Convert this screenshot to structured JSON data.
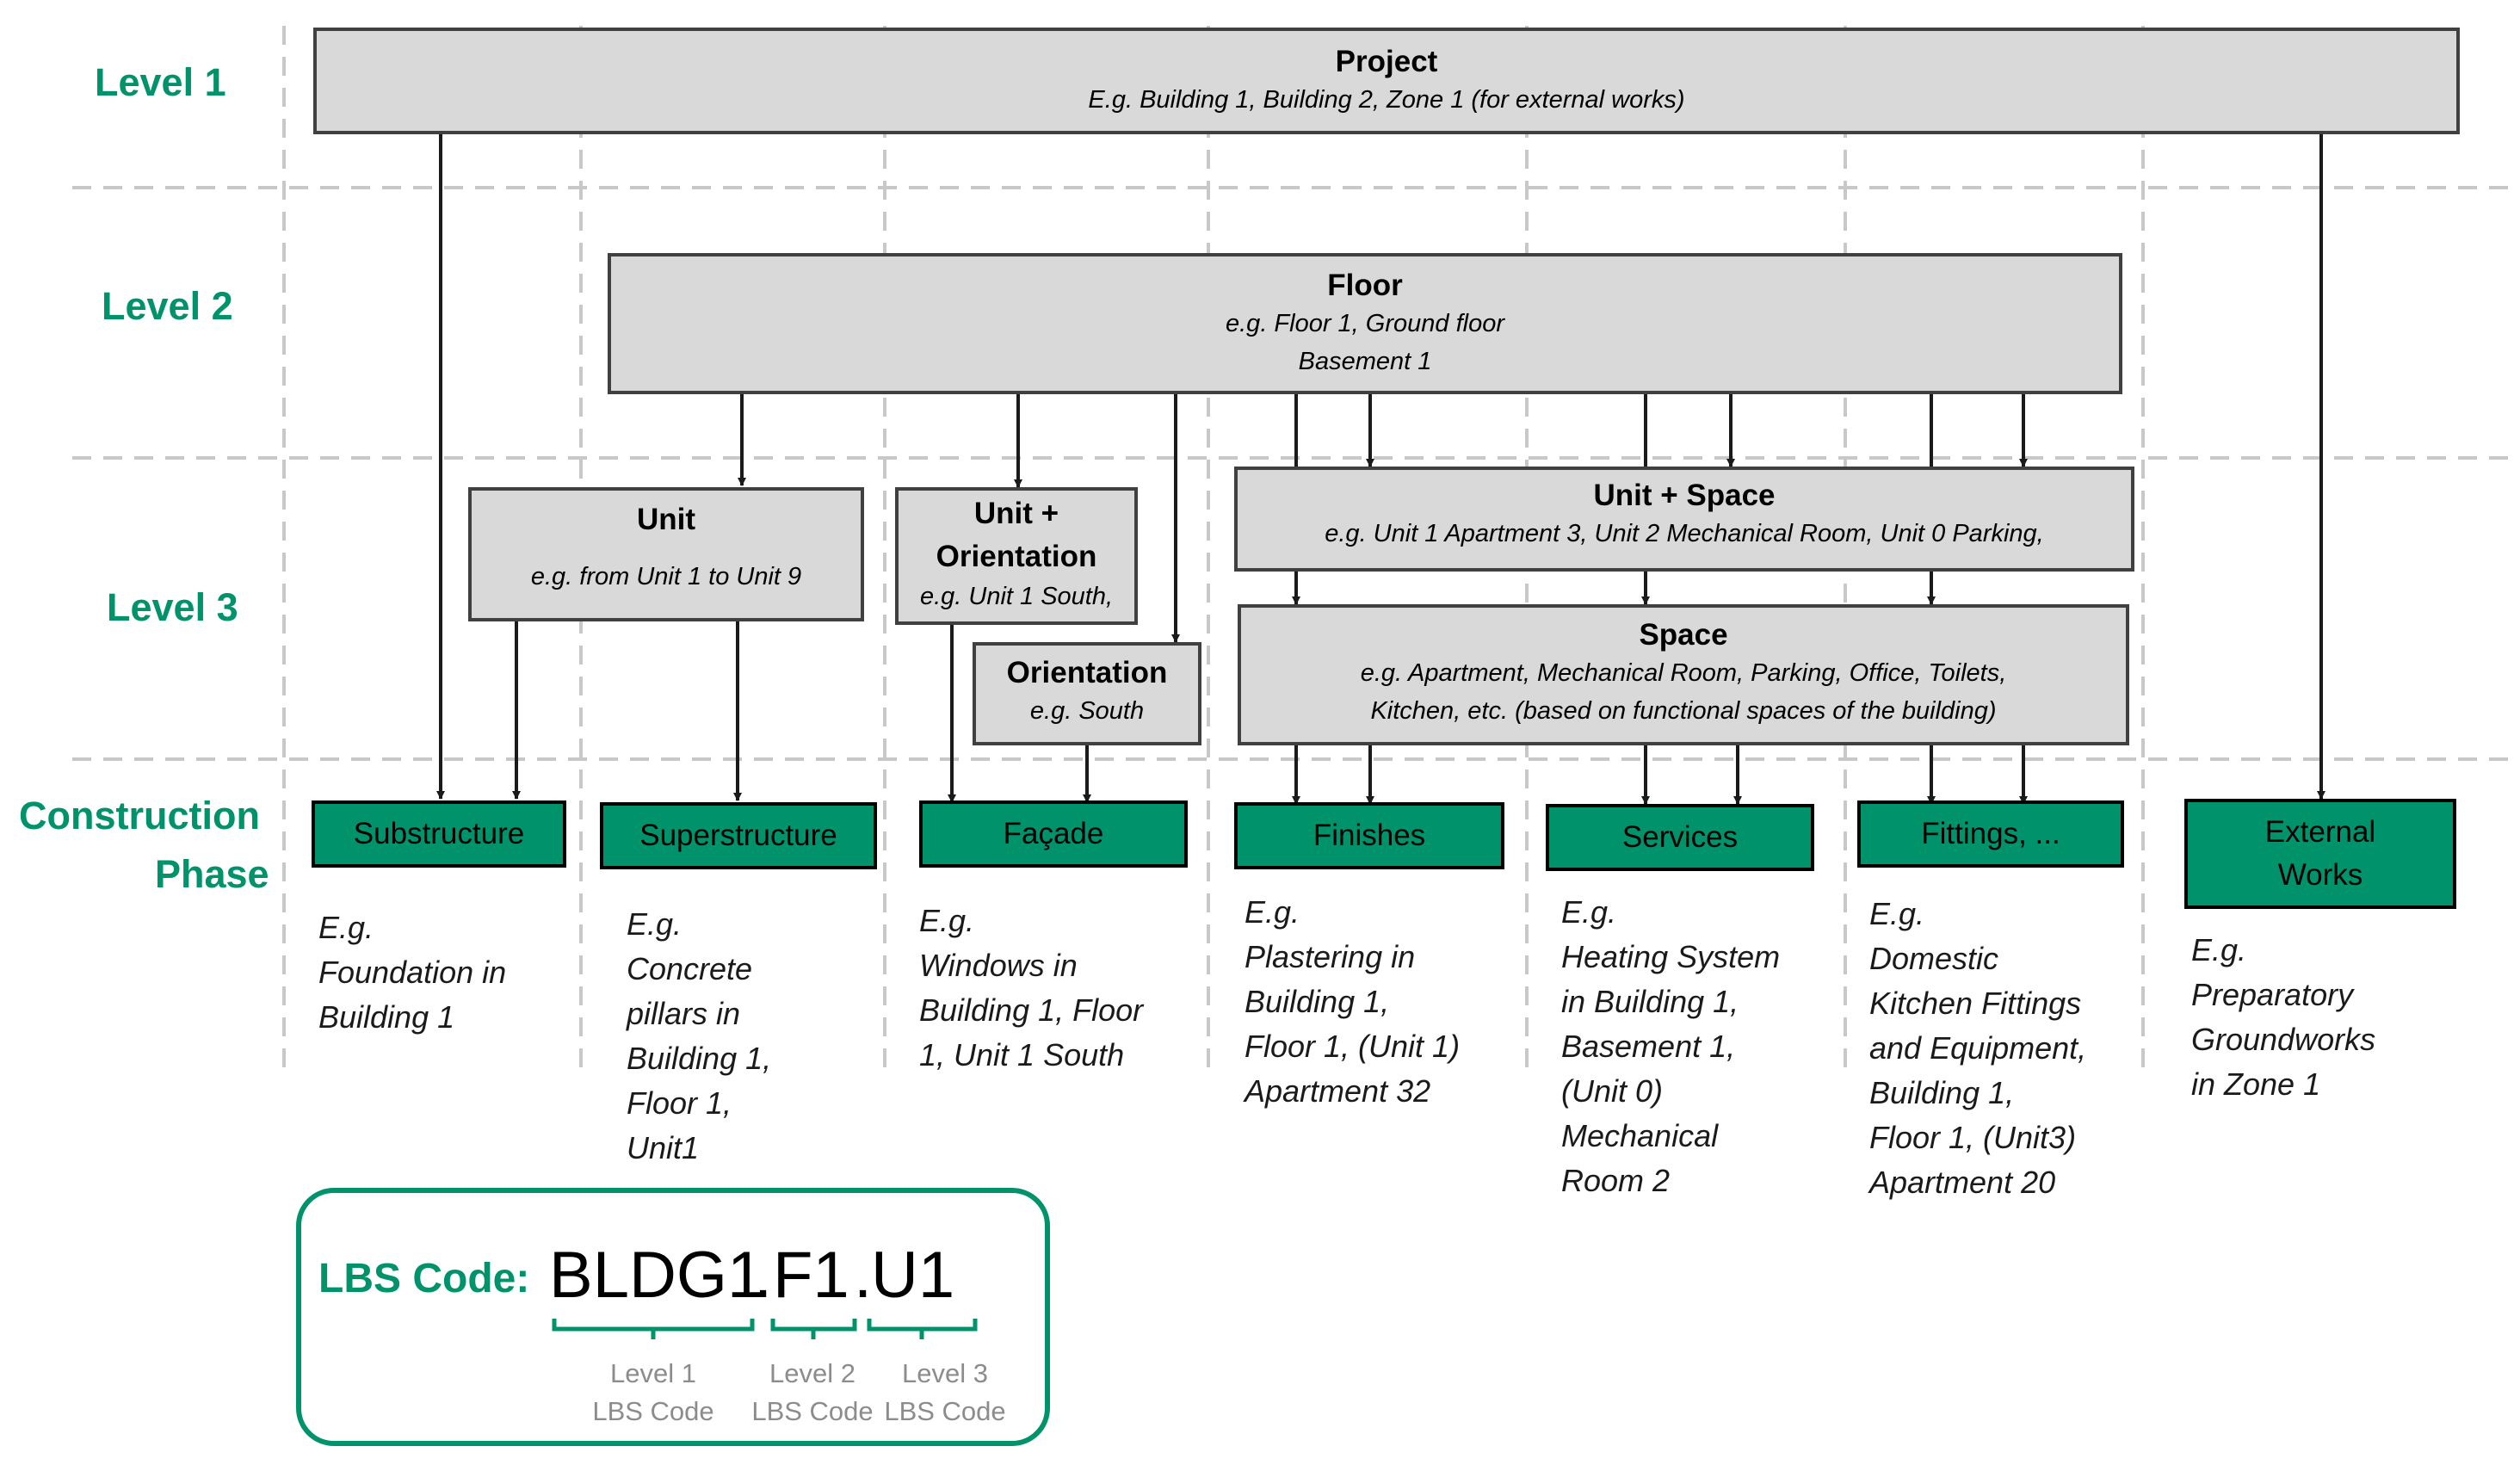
{
  "levels": {
    "level1": "Level 1",
    "level2": "Level 2",
    "level3": "Level 3",
    "construction_line1": "Construction",
    "construction_line2": "Phase"
  },
  "boxes": {
    "project": {
      "title": "Project",
      "example": "E.g. Building 1, Building 2, Zone 1 (for external works)"
    },
    "floor": {
      "title": "Floor",
      "example_line1": "e.g. Floor 1, Ground floor",
      "example_line2": "Basement 1"
    },
    "unit": {
      "title": "Unit",
      "example": "e.g. from Unit 1 to Unit 9"
    },
    "unit_orientation": {
      "title_line1": "Unit +",
      "title_line2": "Orientation",
      "example": "e.g. Unit 1 South,"
    },
    "orientation": {
      "title": "Orientation",
      "example": "e.g. South"
    },
    "unit_space": {
      "title": "Unit + Space",
      "example": "e.g. Unit 1 Apartment 3, Unit 2 Mechanical Room, Unit 0 Parking,"
    },
    "space": {
      "title": "Space",
      "example_line1": "e.g. Apartment, Mechanical Room, Parking, Office, Toilets,",
      "example_line2": "Kitchen, etc. (based on functional spaces of the building)"
    }
  },
  "phases": {
    "substructure": "Substructure",
    "superstructure": "Superstructure",
    "facade": "Façade",
    "finishes": "Finishes",
    "services": "Services",
    "fittings": "Fittings, ...",
    "external_line1": "External",
    "external_line2": "Works"
  },
  "examples": {
    "substructure": [
      "E.g.",
      "Foundation in",
      "Building 1"
    ],
    "superstructure": [
      "E.g.",
      "Concrete",
      "pillars in",
      "Building 1,",
      "Floor 1,",
      "Unit1"
    ],
    "facade": [
      "E.g.",
      "Windows in",
      "Building 1, Floor",
      "1, Unit 1 South"
    ],
    "finishes": [
      "E.g.",
      "Plastering in",
      "Building 1,",
      "Floor 1, (Unit 1)",
      "Apartment 32"
    ],
    "services": [
      "E.g.",
      "Heating System",
      "in Building 1,",
      "Basement 1,",
      "(Unit 0)",
      "Mechanical",
      "Room 2"
    ],
    "fittings": [
      "E.g.",
      "Domestic",
      "Kitchen Fittings",
      "and Equipment,",
      "Building 1,",
      "Floor 1, (Unit3)",
      "Apartment 20"
    ],
    "external": [
      "E.g.",
      "Preparatory",
      "Groundworks",
      "in Zone 1"
    ]
  },
  "lbs": {
    "label": "LBS Code:",
    "seg1": "BLDG1",
    "dot1": ".",
    "seg2": "F1",
    "dot2": ".",
    "seg3": "U1",
    "sub1_line1": "Level 1",
    "sub1_line2": "LBS Code",
    "sub2_line1": "Level 2",
    "sub2_line2": "LBS Code",
    "sub3_line1": "Level 3",
    "sub3_line2": "LBS Code"
  },
  "colors": {
    "accent_green": "#00936b",
    "box_fill": "#d9d9d9",
    "box_border": "#404040",
    "grid_line": "#c8c8c8",
    "sub_label_grey": "#8c8c8c"
  }
}
